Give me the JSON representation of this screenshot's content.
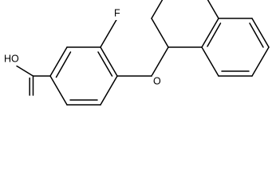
{
  "structure": {
    "atom_labels": {
      "hydroxyl": "HO",
      "fluorine": "F",
      "ether_oxygen": "O"
    },
    "colors": {
      "bond": "#000000",
      "background": "#ffffff"
    }
  }
}
